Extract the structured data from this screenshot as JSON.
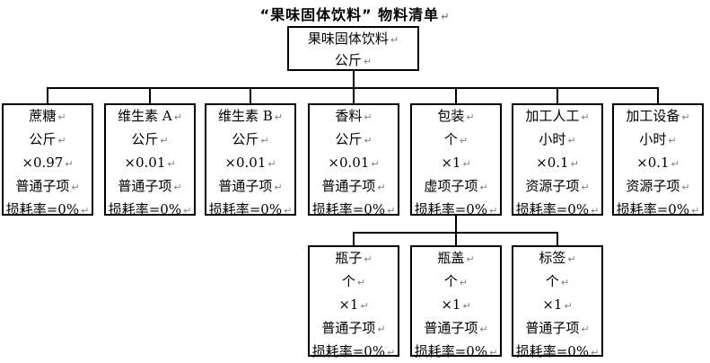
{
  "pmark": "↵",
  "title": "“果味固体饮料” 物料清单",
  "colors": {
    "text": "#000000",
    "border": "#000000",
    "paragraph_mark": "#808080",
    "background": "#ffffff"
  },
  "root": {
    "lines": [
      "果味固体饮料",
      "公斤"
    ]
  },
  "children": [
    {
      "lines": [
        "蔗糖",
        "公斤",
        "×0.97",
        "普通子项",
        "损耗率=0%"
      ]
    },
    {
      "lines": [
        "维生素 A",
        "公斤",
        "×0.01",
        "普通子项",
        "损耗率=0%"
      ]
    },
    {
      "lines": [
        "维生素 B",
        "公斤",
        "×0.01",
        "普通子项",
        "损耗率=0%"
      ]
    },
    {
      "lines": [
        "香料",
        "公斤",
        "×0.01",
        "普通子项",
        "损耗率=0%"
      ]
    },
    {
      "lines": [
        "包装",
        "个",
        "×1",
        "虚项子项",
        "损耗率=0%"
      ]
    },
    {
      "lines": [
        "加工人工",
        "小时",
        "×0.1",
        "资源子项",
        "损耗率=0%"
      ]
    },
    {
      "lines": [
        "加工设备",
        "小时",
        "×0.1",
        "资源子项",
        "损耗率=0%"
      ]
    }
  ],
  "packaging_children": [
    {
      "lines": [
        "瓶子",
        "个",
        "×1",
        "普通子项",
        "损耗率=0%"
      ]
    },
    {
      "lines": [
        "瓶盖",
        "个",
        "×1",
        "普通子项",
        "损耗率=0%"
      ]
    },
    {
      "lines": [
        "标签",
        "个",
        "×1",
        "普通子项",
        "损耗率=0%"
      ]
    }
  ]
}
